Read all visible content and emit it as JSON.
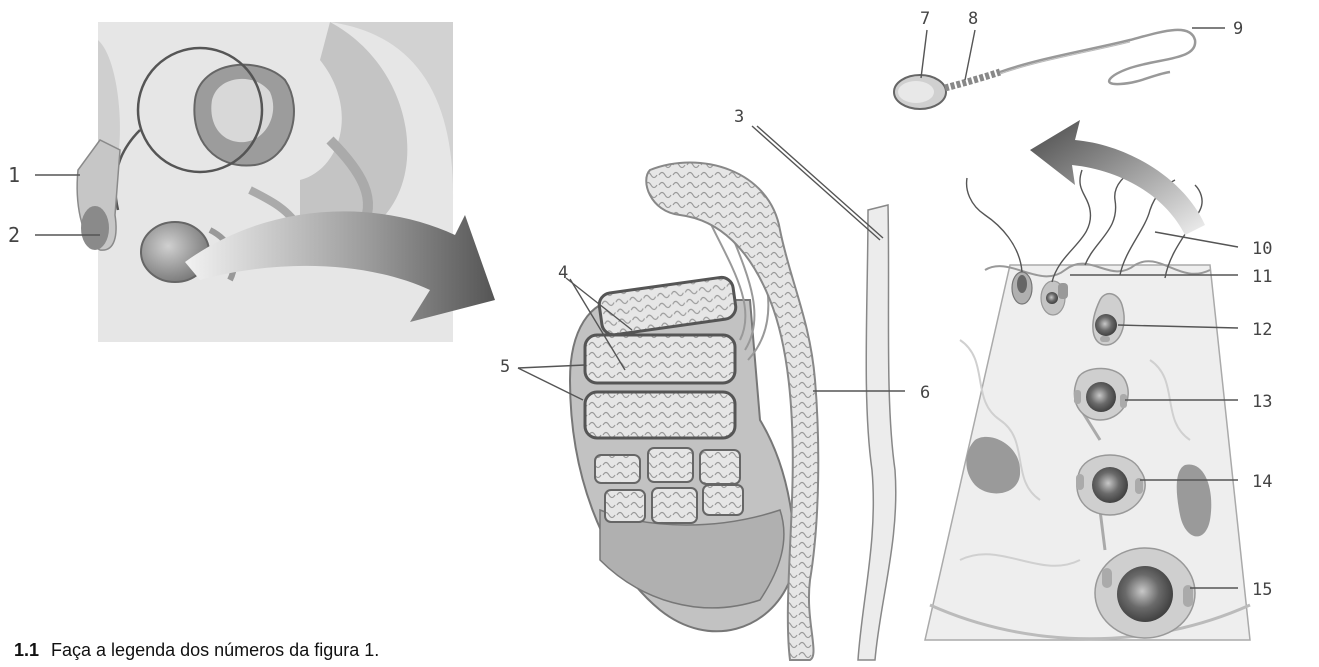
{
  "labels": {
    "n1": "1",
    "n2": "2",
    "n3": "3",
    "n4": "4",
    "n5": "5",
    "n6": "6",
    "n7": "7",
    "n8": "8",
    "n9": "9",
    "n10": "10",
    "n11": "11",
    "n12": "12",
    "n13": "13",
    "n14": "14",
    "n15": "15"
  },
  "question": {
    "number": "1.1",
    "text": "Faça a legenda dos números da figura 1."
  },
  "colors": {
    "tissue_light": "#e4e4e4",
    "tissue_mid": "#bdbdbd",
    "tissue_dark": "#7a7a7a",
    "label_line": "#555555"
  }
}
